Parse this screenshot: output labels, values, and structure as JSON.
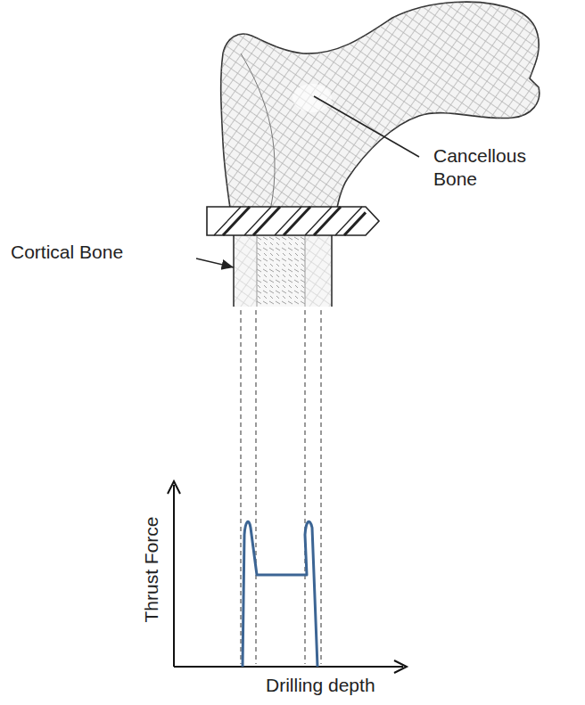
{
  "diagram": {
    "labels": [
      "Cancellous Bone",
      "Cortical Bone",
      "Thrust Force",
      "Drilling depth"
    ]
  }
}
